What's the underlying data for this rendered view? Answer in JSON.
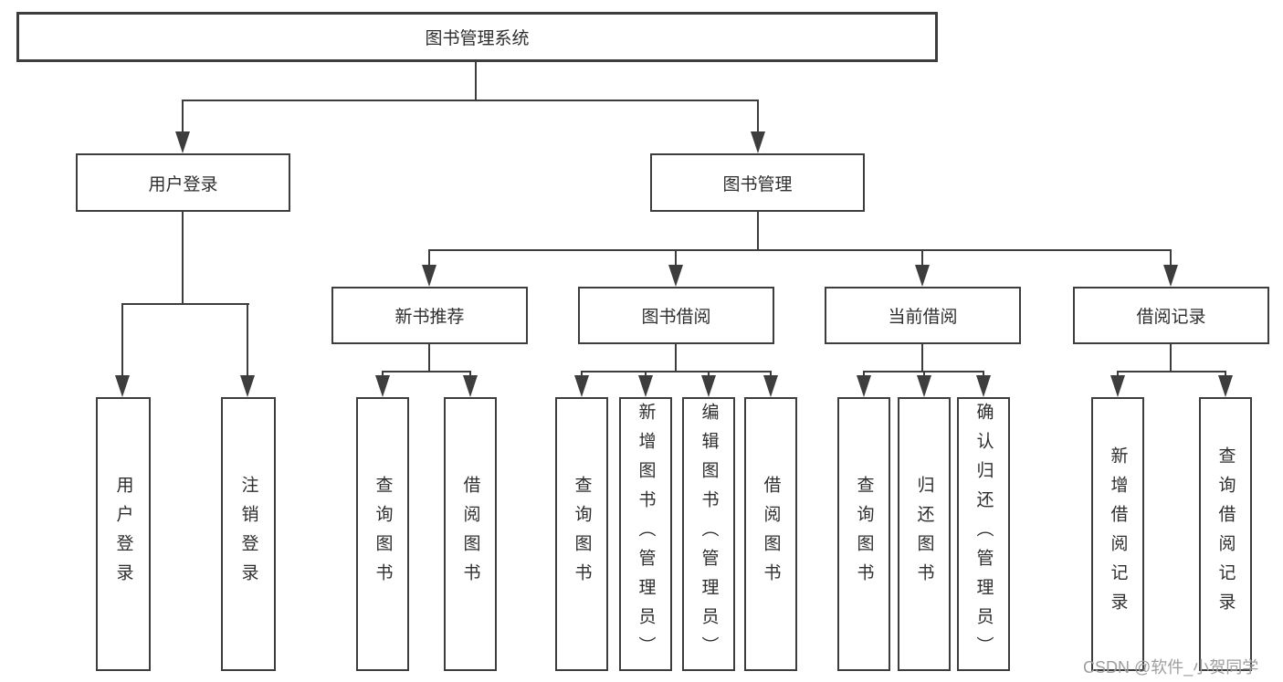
{
  "tree": {
    "label": "图书管理系统",
    "children": [
      {
        "label": "用户登录",
        "children": [
          {
            "label": "用户登录"
          },
          {
            "label": "注销登录"
          }
        ]
      },
      {
        "label": "图书管理",
        "children": [
          {
            "label": "新书推荐",
            "children": [
              {
                "label": "查询图书"
              },
              {
                "label": "借阅图书"
              }
            ]
          },
          {
            "label": "图书借阅",
            "children": [
              {
                "label": "查询图书"
              },
              {
                "label": "新增图书（管理员）"
              },
              {
                "label": "编辑图书（管理员）"
              },
              {
                "label": "借阅图书"
              }
            ]
          },
          {
            "label": "当前借阅",
            "children": [
              {
                "label": "查询图书"
              },
              {
                "label": "归还图书"
              },
              {
                "label": "确认归还（管理员）"
              }
            ]
          },
          {
            "label": "借阅记录",
            "children": [
              {
                "label": "新增借阅记录"
              },
              {
                "label": "查询借阅记录"
              }
            ]
          }
        ]
      }
    ]
  },
  "watermark": {
    "text": "CSDN @软件_小贺同学",
    "color": "#9e9e9e"
  },
  "colors": {
    "line": "#3d3d3d",
    "box_border": "#3d3d3d",
    "box_fill": "#ffffff",
    "text": "#2e2e2e",
    "background": "#ffffff"
  }
}
